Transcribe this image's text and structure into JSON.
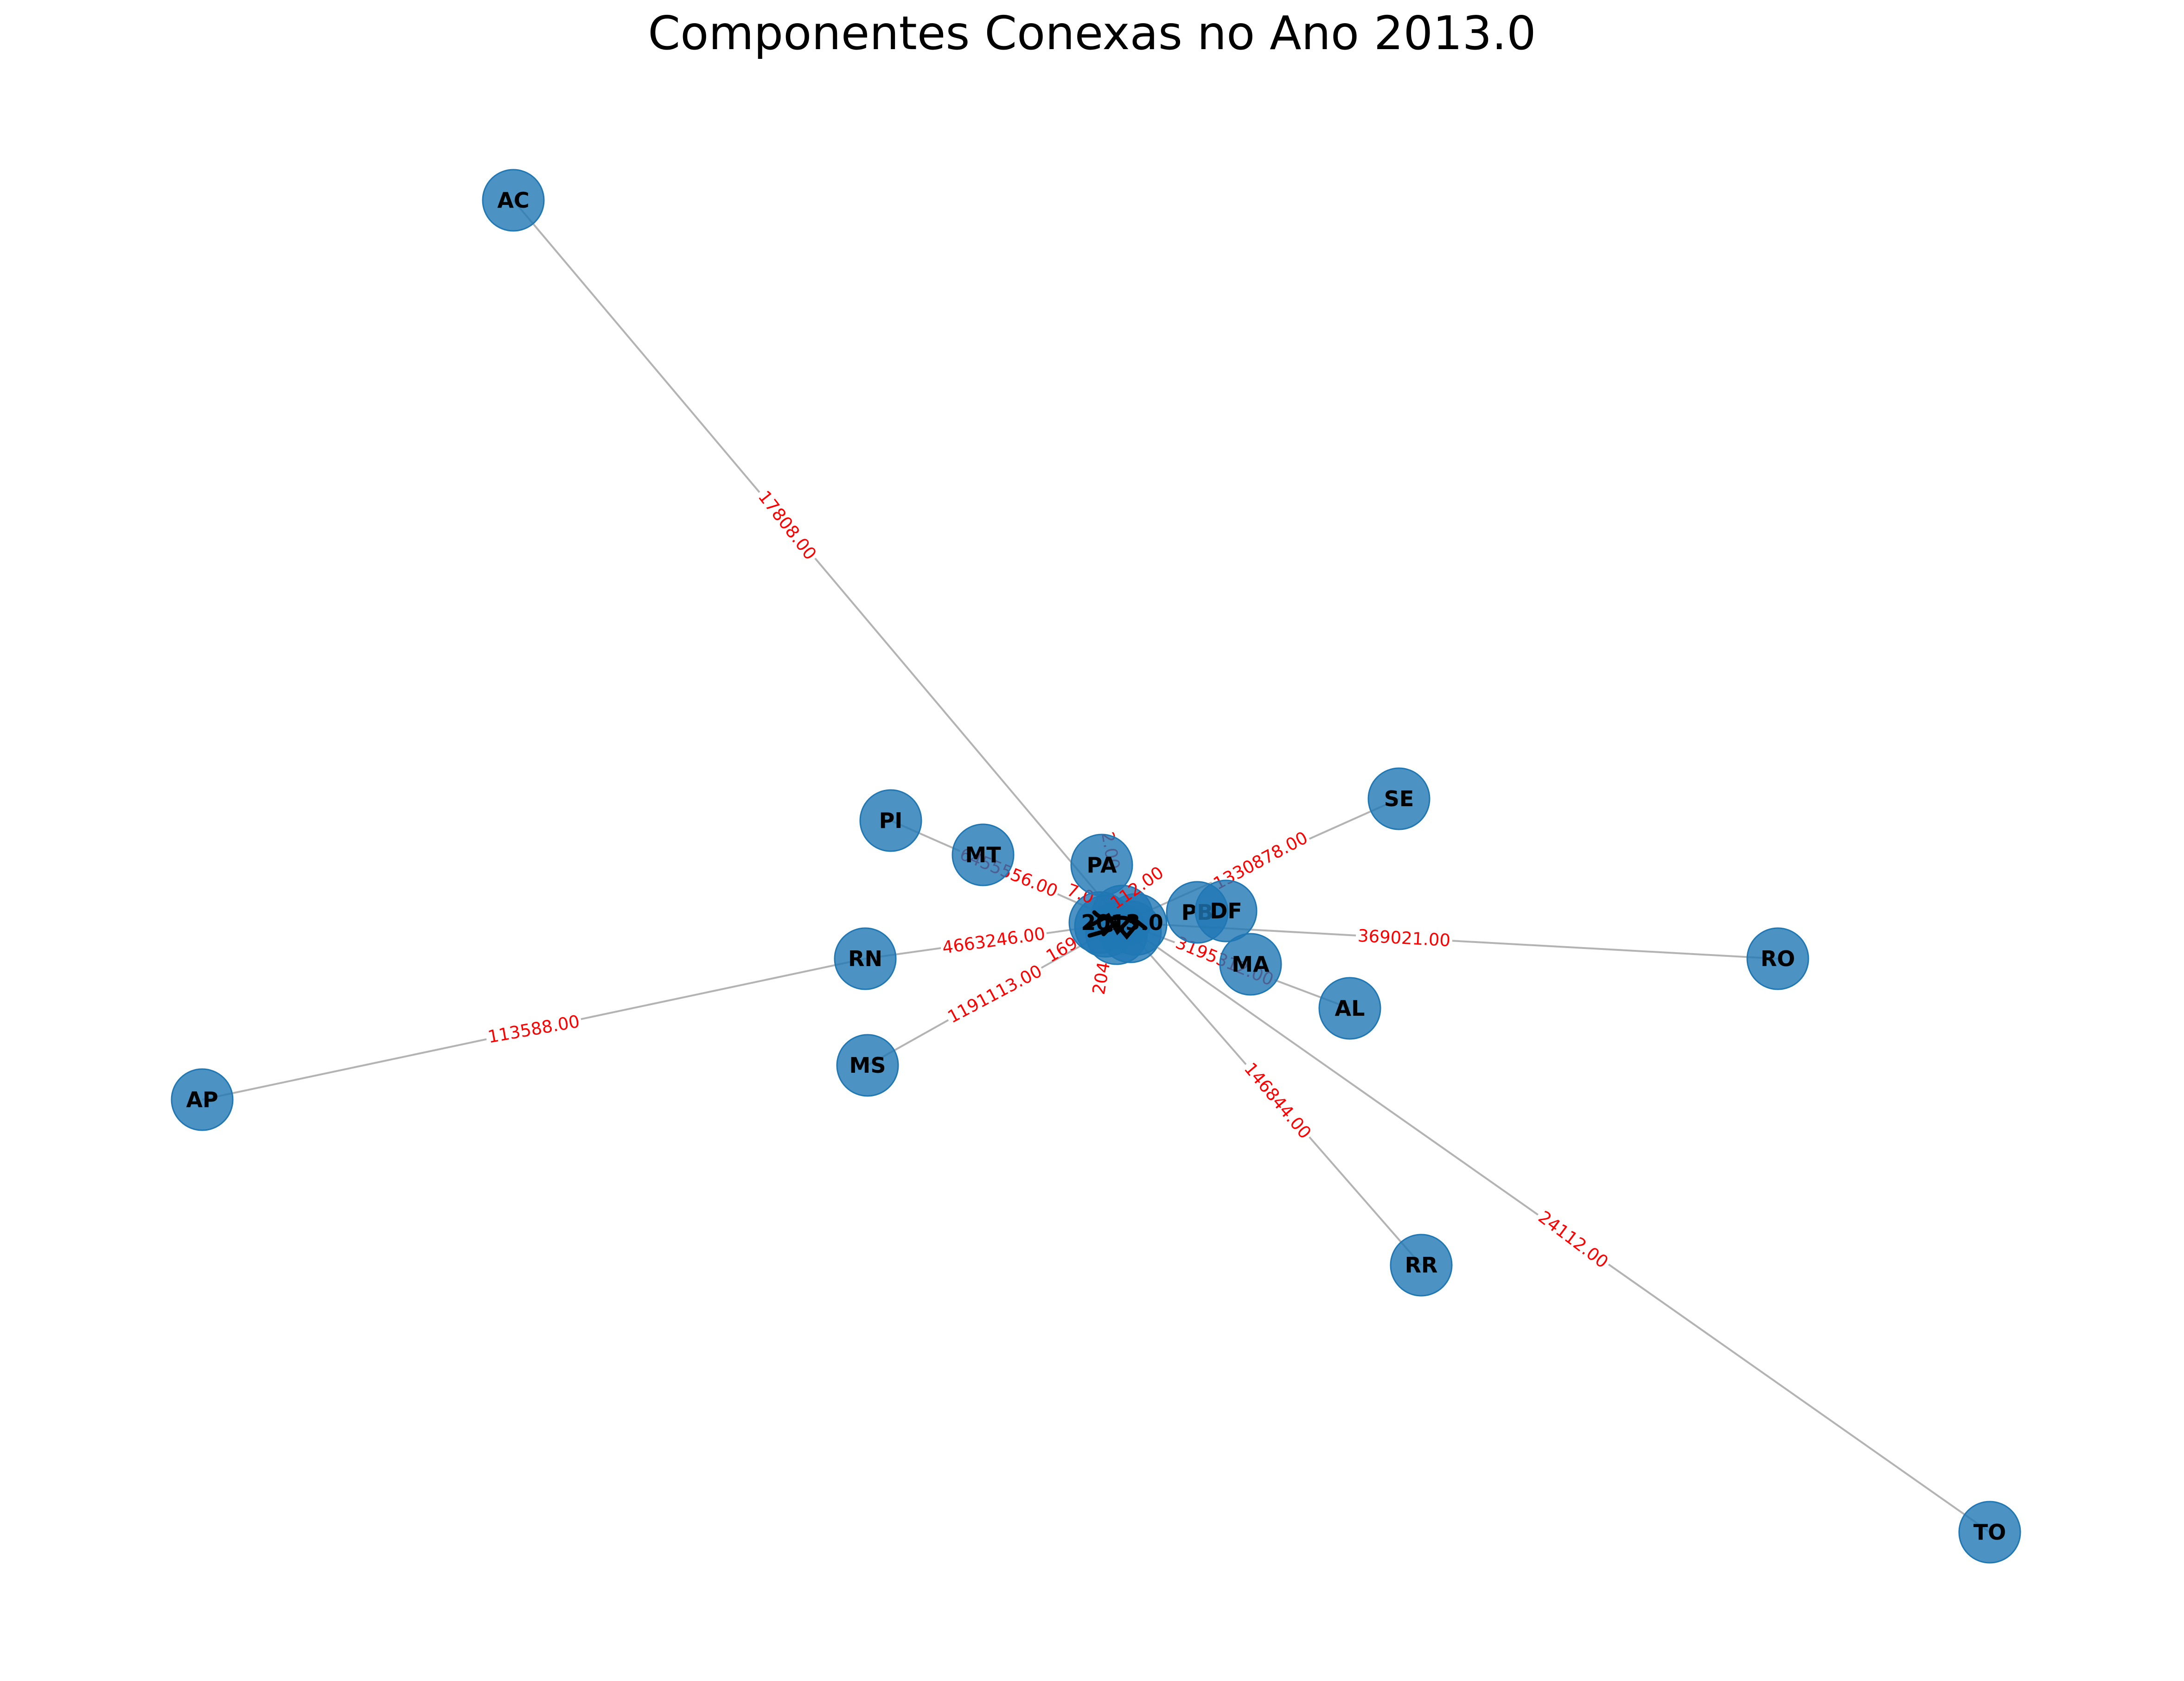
{
  "title": "Componentes Conexas no Ano 2013.0",
  "colors": {
    "node": "#1f77b4",
    "edge": "#b3b3b3",
    "edge_label": "#ff0000",
    "node_label": "#000000"
  },
  "hub": {
    "id": "2013.0",
    "label": "2013.0"
  },
  "nodes": [
    {
      "id": "AC",
      "label": "AC"
    },
    {
      "id": "AP",
      "label": "AP"
    },
    {
      "id": "PI",
      "label": "PI"
    },
    {
      "id": "MT",
      "label": "MT"
    },
    {
      "id": "PA",
      "label": "PA"
    },
    {
      "id": "RN",
      "label": "RN"
    },
    {
      "id": "MS",
      "label": "MS"
    },
    {
      "id": "SE",
      "label": "SE"
    },
    {
      "id": "PB",
      "label": "PB"
    },
    {
      "id": "DF",
      "label": "DF"
    },
    {
      "id": "MA",
      "label": "MA"
    },
    {
      "id": "AL",
      "label": "AL"
    },
    {
      "id": "RO",
      "label": "RO"
    },
    {
      "id": "RR",
      "label": "RR"
    },
    {
      "id": "TO",
      "label": "TO"
    }
  ],
  "edges": [
    {
      "source": "2013.0",
      "target": "AC",
      "label": "17808.00"
    },
    {
      "source": "RN",
      "target": "AP",
      "label": "113588.00"
    },
    {
      "source": "2013.0",
      "target": "RN",
      "label": "4663246.00"
    },
    {
      "source": "2013.0",
      "target": "MS",
      "label": "1191113.00"
    },
    {
      "source": "2013.0",
      "target": "PI",
      "label": "6455556.00"
    },
    {
      "source": "2013.0",
      "target": "SE",
      "label": "1330878.00"
    },
    {
      "source": "2013.0",
      "target": "RO",
      "label": "369021.00"
    },
    {
      "source": "2013.0",
      "target": "AL",
      "label": "3195312.00"
    },
    {
      "source": "2013.0",
      "target": "RR",
      "label": "146844.00"
    },
    {
      "source": "2013.0",
      "target": "TO",
      "label": "24112.00"
    }
  ],
  "partial_labels": [
    "7.0",
    "169",
    "204",
    "112.00",
    "2.00"
  ]
}
